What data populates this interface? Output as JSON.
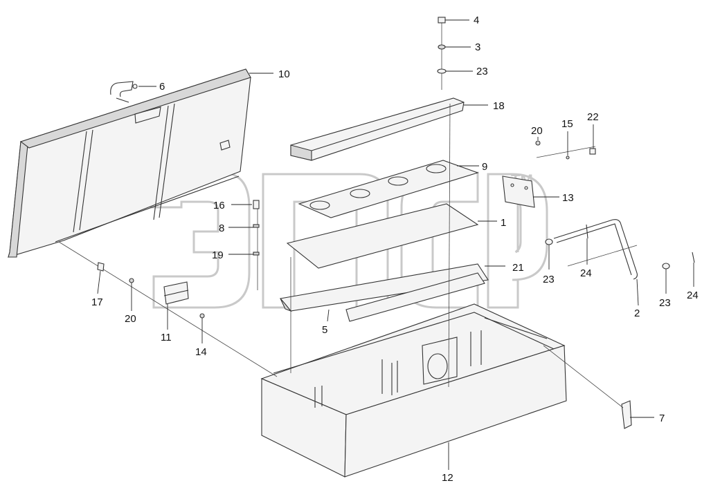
{
  "watermark": {
    "text": "эпср",
    "trademark": "TM"
  },
  "callouts": [
    {
      "id": "4",
      "label": "4"
    },
    {
      "id": "3",
      "label": "3"
    },
    {
      "id": "23a",
      "label": "23"
    },
    {
      "id": "10",
      "label": "10"
    },
    {
      "id": "6",
      "label": "6"
    },
    {
      "id": "18",
      "label": "18"
    },
    {
      "id": "20a",
      "label": "20"
    },
    {
      "id": "15",
      "label": "15"
    },
    {
      "id": "22",
      "label": "22"
    },
    {
      "id": "9",
      "label": "9"
    },
    {
      "id": "13",
      "label": "13"
    },
    {
      "id": "16",
      "label": "16"
    },
    {
      "id": "8",
      "label": "8"
    },
    {
      "id": "1",
      "label": "1"
    },
    {
      "id": "19",
      "label": "19"
    },
    {
      "id": "21",
      "label": "21"
    },
    {
      "id": "23b",
      "label": "23"
    },
    {
      "id": "24a",
      "label": "24"
    },
    {
      "id": "17",
      "label": "17"
    },
    {
      "id": "20b",
      "label": "20"
    },
    {
      "id": "11",
      "label": "11"
    },
    {
      "id": "14",
      "label": "14"
    },
    {
      "id": "5",
      "label": "5"
    },
    {
      "id": "2",
      "label": "2"
    },
    {
      "id": "23c",
      "label": "23"
    },
    {
      "id": "24b",
      "label": "24"
    },
    {
      "id": "7",
      "label": "7"
    },
    {
      "id": "12",
      "label": "12"
    }
  ]
}
